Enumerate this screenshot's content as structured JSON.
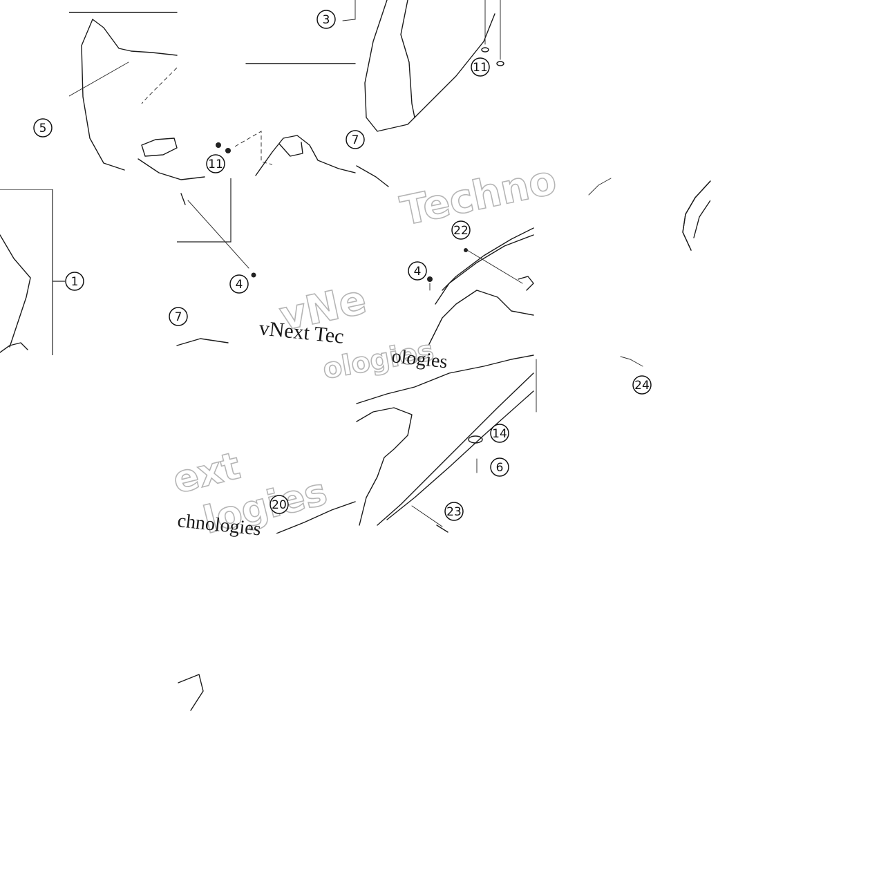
{
  "diagram": {
    "callouts": [
      "3",
      "11",
      "5",
      "11",
      "7",
      "1",
      "4",
      "22",
      "4",
      "7",
      "24",
      "14",
      "6",
      "20",
      "23"
    ],
    "watermark": {
      "outline_fragments": [
        "Techno",
        "vNe",
        "ext",
        "logies",
        "ologies"
      ],
      "serif_fragments": [
        "vNext Tec",
        "ologies",
        "chnologies"
      ]
    }
  }
}
